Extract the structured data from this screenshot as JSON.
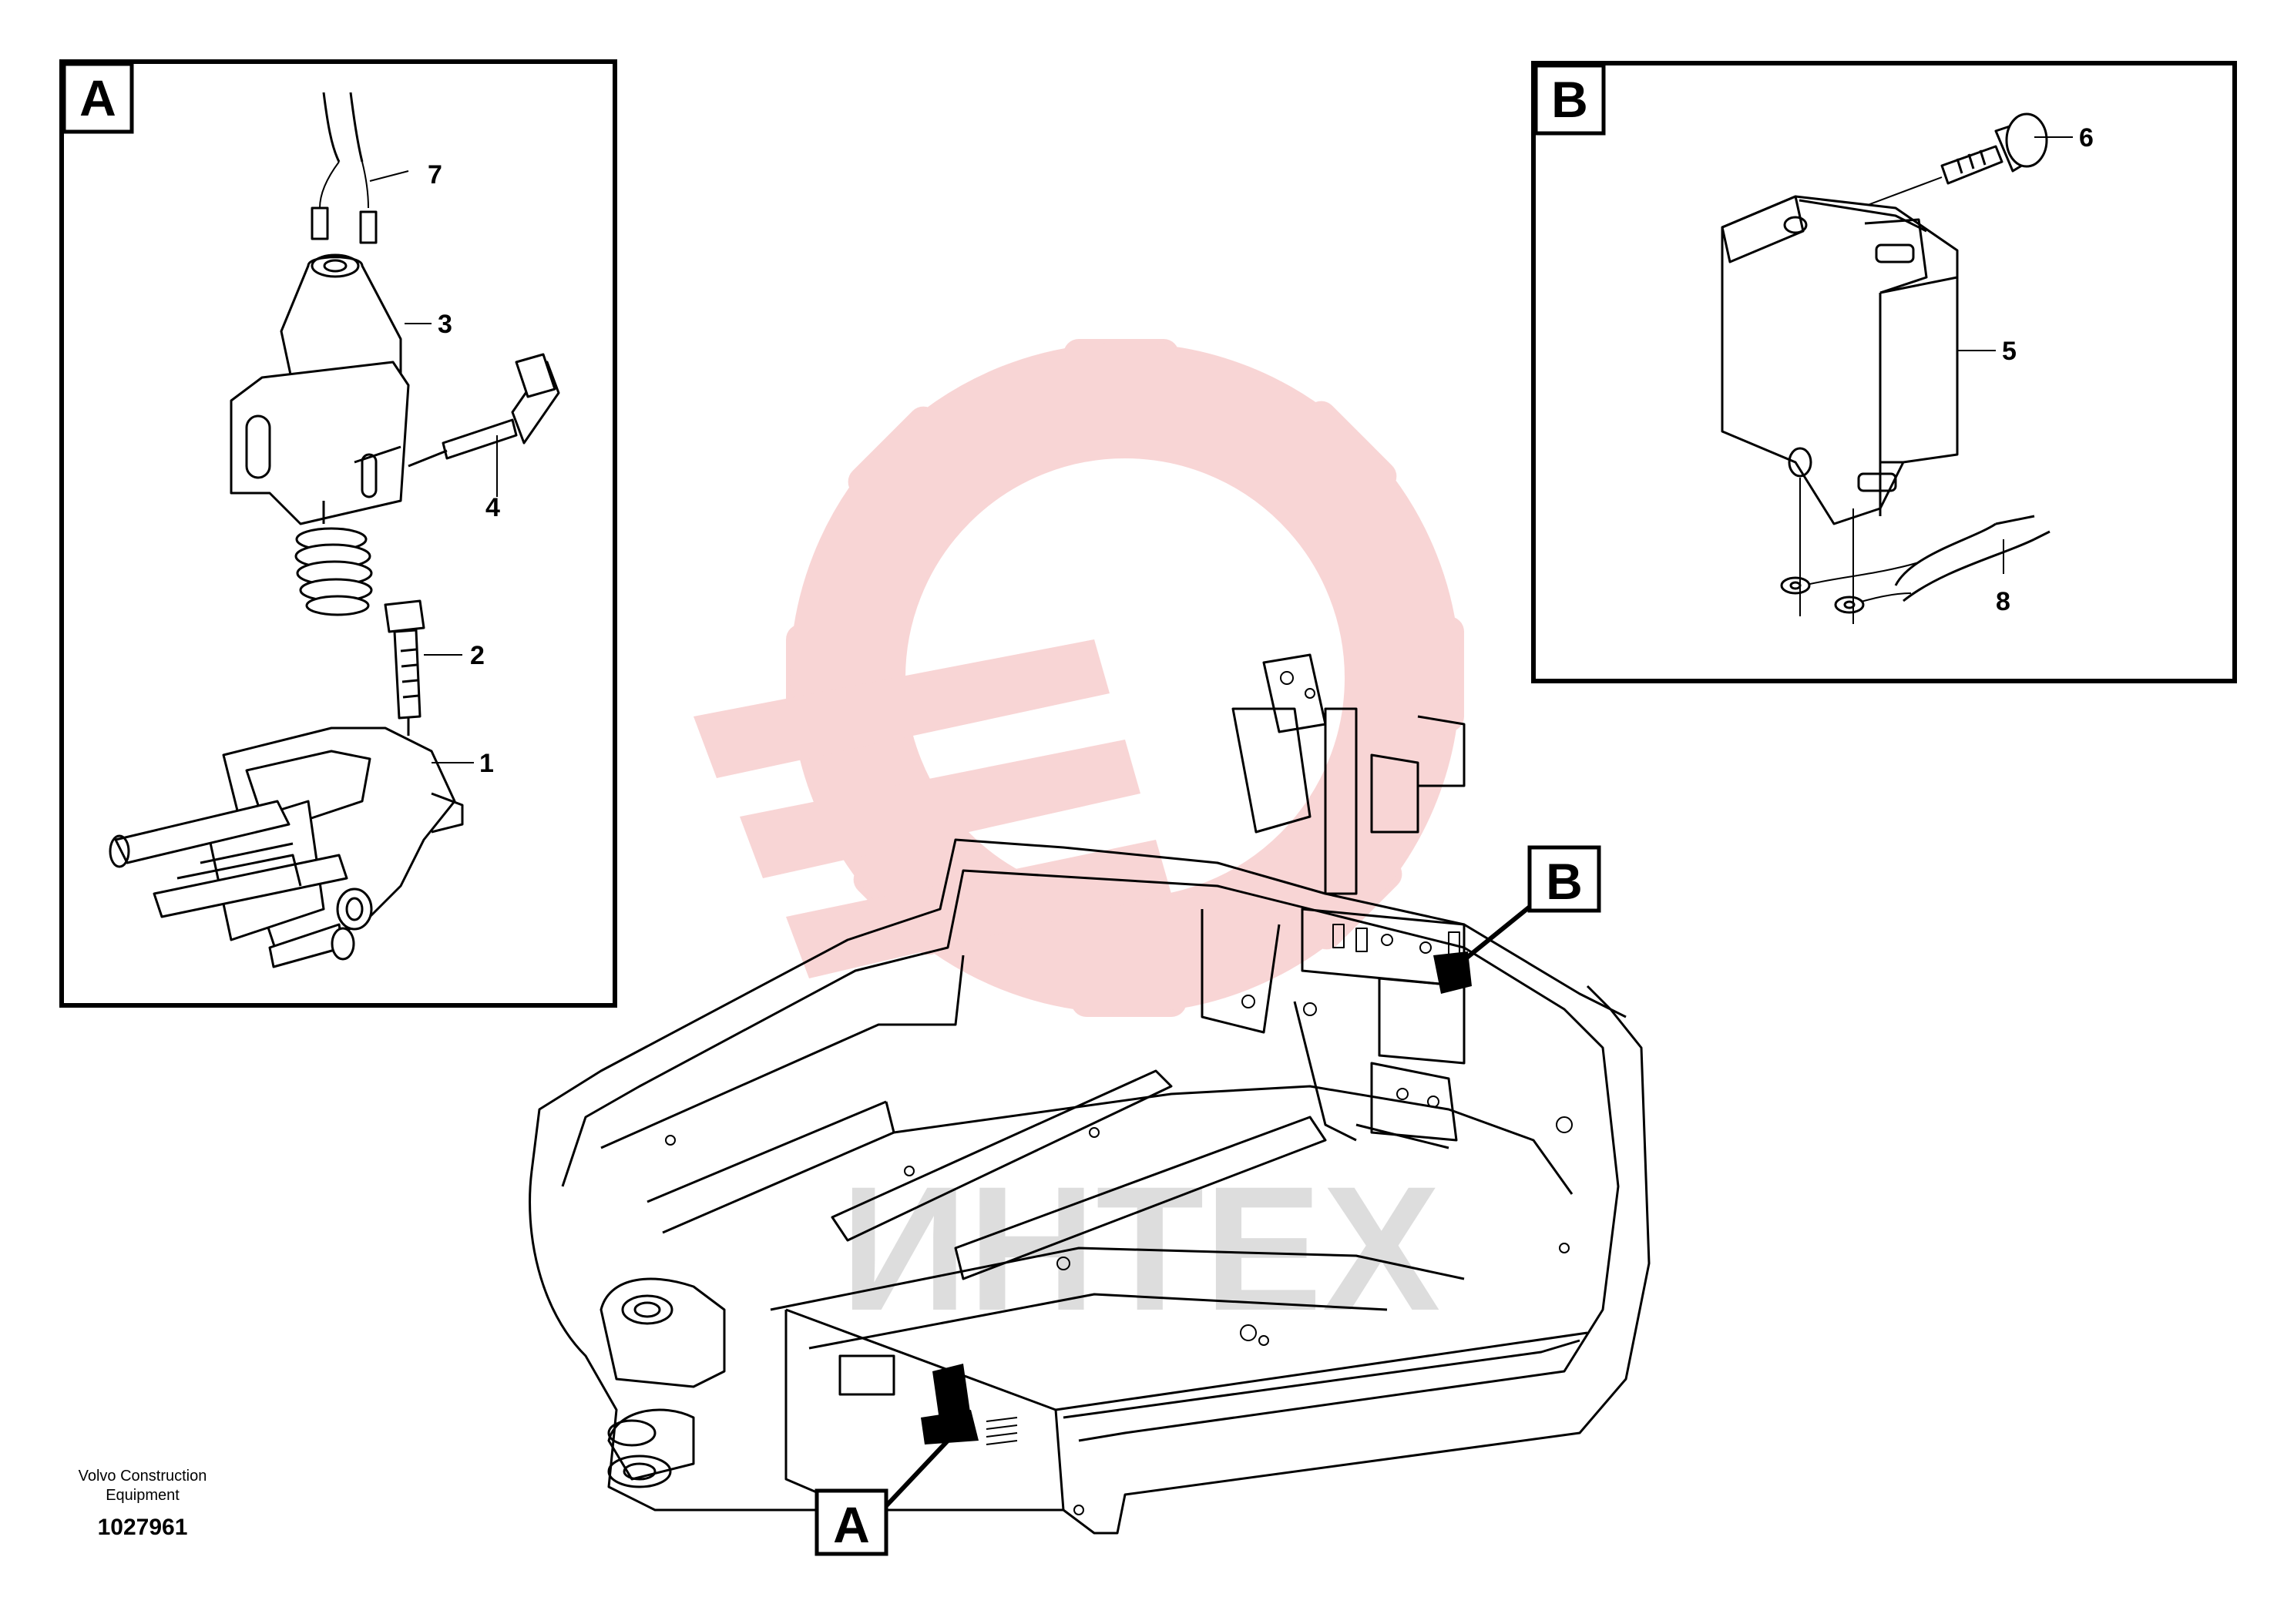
{
  "detail_a": {
    "label": "A",
    "callouts": [
      "1",
      "2",
      "3",
      "4",
      "7"
    ]
  },
  "detail_b": {
    "label": "B",
    "callouts": [
      "5",
      "6",
      "8"
    ]
  },
  "main_view": {
    "marker_a": "A",
    "marker_b": "B"
  },
  "watermark": {
    "text": "ИНТЕХ",
    "logo_color": "#f3b2b2",
    "text_color": "#d2d2d2"
  },
  "footer": {
    "company_line1": "Volvo Construction",
    "company_line2": "Equipment",
    "drawing_number": "1027961"
  }
}
